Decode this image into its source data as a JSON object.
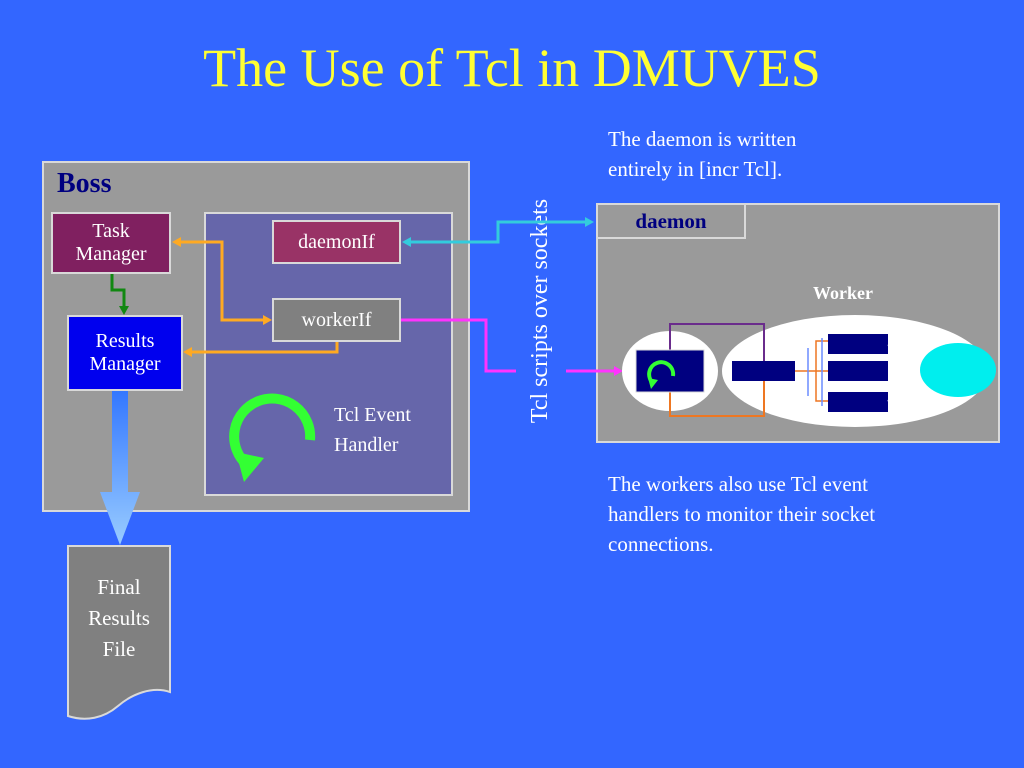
{
  "slide": {
    "title": "The Use of Tcl in DMUVES",
    "daemon_note": [
      "The daemon is written",
      "entirely in [incr Tcl]."
    ],
    "workers_note": [
      "The workers also use Tcl event",
      "handlers to monitor their socket",
      "connections."
    ],
    "channel_label": "Tcl scripts over sockets"
  },
  "boss": {
    "label": "Boss",
    "task_manager": [
      "Task",
      "Manager"
    ],
    "results_manager": [
      "Results",
      "Manager"
    ],
    "daemonIf": "daemonIf",
    "workerIf": "workerIf",
    "event_handler": [
      "Tcl Event",
      "Handler"
    ]
  },
  "daemon": {
    "label": "daemon",
    "worker_label": "Worker"
  },
  "final_file": [
    "Final",
    "Results",
    "File"
  ],
  "colors": {
    "background": "#3366ff",
    "title": "#ffff33",
    "panel": "#9a9a9a",
    "inner_panel": "#6666aa",
    "task_manager": "#802060",
    "results_manager": "#0000ee",
    "daemonIf": "#993366",
    "workerIf": "#808080",
    "event_arrow": "#33ff33",
    "link_cyan": "#33ccdd",
    "link_magenta": "#ff33ff",
    "link_orange": "#ffaa22",
    "link_green": "#118811",
    "worker_node": "#00eeee",
    "navy_block": "#000080"
  }
}
